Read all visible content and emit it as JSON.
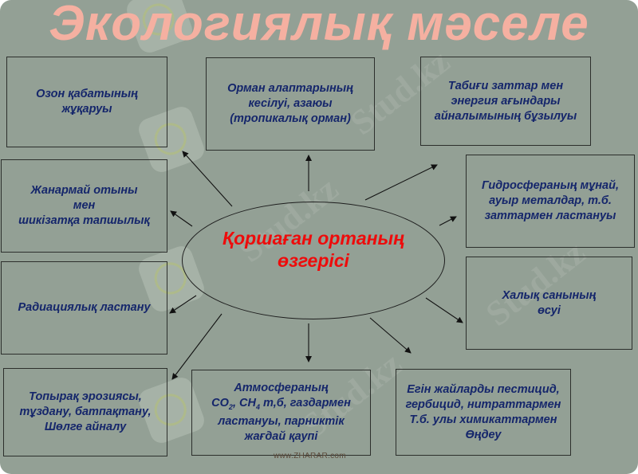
{
  "slide": {
    "title": "Экологиялық мәселе",
    "center": {
      "line1": "Қоршаған ортаның",
      "line2": "өзгерісі"
    },
    "boxes": [
      {
        "id": "ozone",
        "lines": [
          "Озон қабатының",
          "жұқаруы"
        ]
      },
      {
        "id": "forest",
        "lines": [
          "Орман алаптарының",
          "кесілуі, азаюы",
          "(тропикалық орман)"
        ]
      },
      {
        "id": "natural-flows",
        "lines": [
          "Табиғи заттар мен",
          "энергия ағындары",
          "айналымының бұзылуы"
        ]
      },
      {
        "id": "fuel",
        "lines": [
          "Жанармай отыны",
          "мен",
          "шикізатқа тапшылық"
        ]
      },
      {
        "id": "hydrosphere",
        "lines": [
          "Гидросфераның мұнай,",
          "ауыр металдар, т.б.",
          "заттармен ластануы"
        ]
      },
      {
        "id": "radiation",
        "lines": [
          "Радиациялық ластану"
        ]
      },
      {
        "id": "population",
        "lines": [
          "Халық санының",
          "өсуі"
        ]
      },
      {
        "id": "soil",
        "lines": [
          "Топырақ эрозиясы,",
          "тұздану, батпақтану,",
          "Шөлге айналу"
        ]
      },
      {
        "id": "atmosphere",
        "lines": [
          "Атмосфераның",
          "CO2, CH4 т,б, газдармен",
          "ластануы, парниктік",
          "жағдай қаупі"
        ],
        "formula": {
          "co": "CO",
          "co_sub": "2",
          "sep": ", ",
          "ch": "CH",
          "ch_sub": "4",
          "rest": " т,б, газдармен"
        }
      },
      {
        "id": "agriculture",
        "lines": [
          "Егін жайларды пестицид,",
          "гербицид, нитраттармен",
          "Т.б. улы химикаттармен",
          "Өңдеу"
        ]
      }
    ],
    "footer": "www.ZHARAR.com",
    "watermark": "Stud.kz",
    "colors": {
      "background": "#93a095",
      "title": "#f5b0a1",
      "box_text": "#15266b",
      "center_text": "#ee0b0b",
      "border": "#2c2f2c"
    }
  }
}
